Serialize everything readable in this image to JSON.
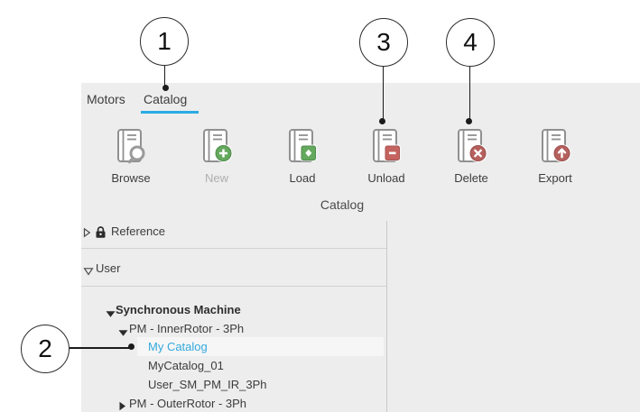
{
  "callouts": [
    "1",
    "2",
    "3",
    "4"
  ],
  "tabs": [
    {
      "label": "Motors",
      "active": false
    },
    {
      "label": "Catalog",
      "active": true
    }
  ],
  "toolbar": {
    "group_label": "Catalog",
    "buttons": [
      {
        "label": "Browse",
        "icon": "book-search-icon",
        "disabled": false
      },
      {
        "label": "New",
        "icon": "book-add-icon",
        "disabled": true
      },
      {
        "label": "Load",
        "icon": "book-load-icon",
        "disabled": false
      },
      {
        "label": "Unload",
        "icon": "book-unload-icon",
        "disabled": false
      },
      {
        "label": "Delete",
        "icon": "book-delete-icon",
        "disabled": false
      },
      {
        "label": "Export",
        "icon": "book-export-icon",
        "disabled": false
      }
    ]
  },
  "tree": {
    "rows": [
      {
        "label": "Reference",
        "locked": true,
        "expanded": false
      },
      {
        "label": "User",
        "expanded": true
      },
      {
        "label": "Synchronous Machine",
        "expanded": true,
        "bold": true
      },
      {
        "label": "PM - InnerRotor - 3Ph",
        "expanded": true
      },
      {
        "label": "My Catalog",
        "selected": true
      },
      {
        "label": "MyCatalog_01"
      },
      {
        "label": "User_SM_PM_IR_3Ph"
      },
      {
        "label": "PM - OuterRotor - 3Ph",
        "expanded": false
      }
    ]
  },
  "colors": {
    "accent_underline": "#29abe2",
    "selected_text": "#33a9dc",
    "badge_green": "#64a95d",
    "badge_red": "#b5605d",
    "panel_bg": "#ededed"
  }
}
